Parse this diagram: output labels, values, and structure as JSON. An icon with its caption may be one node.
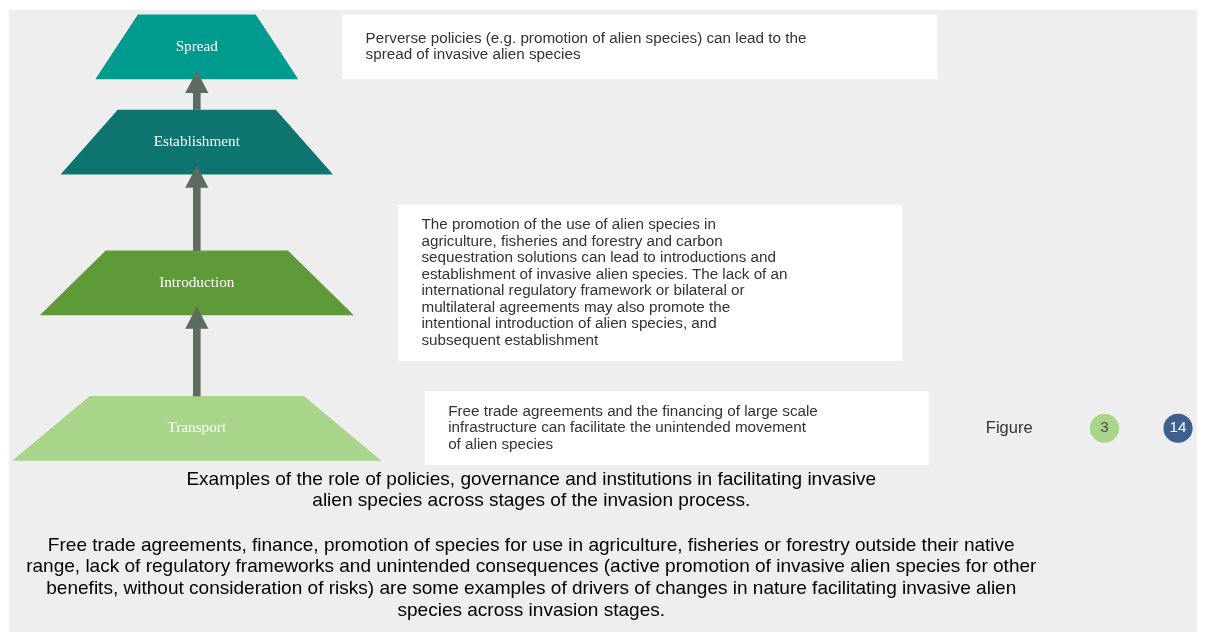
{
  "diagram": {
    "title": "Examples of the role of policies, governance and institutions in facilitating invasive alien species across stages of the invasion process.",
    "caption": "Free trade agreements, finance, promotion of species for use in agriculture, fisheries or forestry outside their native range, lack of regulatory frameworks and unintended consequences (active promotion of invasive alien species for other benefits, without consideration of risks) are some examples of drivers of changes in nature facilitating invasive alien species across invasion stages.",
    "nodes": [
      {
        "text": [
          "Spread"
        ]
      },
      {
        "text": [
          "Establishment"
        ]
      },
      {
        "text": [
          "Introduction"
        ]
      },
      {
        "text": [
          "Transport"
        ]
      },
      {
        "text": [
          "Perverse policies (e.g. promotion of alien species) can lead to the spread of invasive alien species"
        ]
      },
      {
        "text": [
          "The promotion of the use of alien species in agriculture, fisheries and forestry and carbon sequestration solutions can lead to introductions and establishment of invasive alien species. The lack of an international regulatory framework or bilateral or multilateral agreements may also promote the intentional introduction of alien species, and subsequent establishment"
        ]
      },
      {
        "text": [
          "Free trade agreements and the financing of large scale infrastructure can facilitate the unintended movement of alien species"
        ]
      }
    ],
    "edges": [
      {
        "from": 3,
        "to": 2,
        "arrow": "to"
      },
      {
        "from": 2,
        "to": 1,
        "arrow": "to"
      },
      {
        "from": 1,
        "to": 0,
        "arrow": "to"
      }
    ],
    "labels": [
      "Figure",
      "3",
      "14"
    ]
  }
}
